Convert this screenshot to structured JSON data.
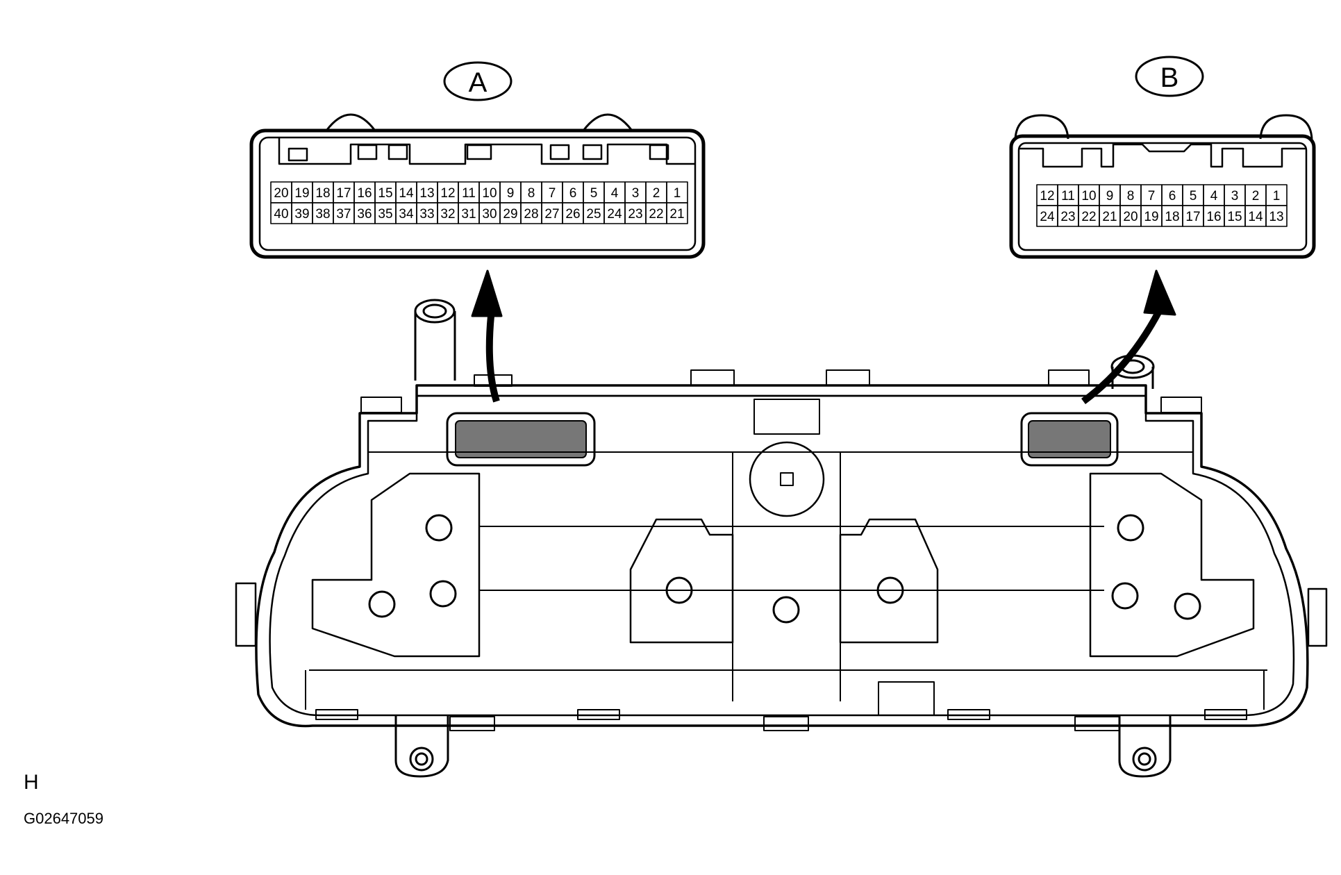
{
  "connectors": [
    {
      "id": "A",
      "label": "A",
      "top_row": [
        "20",
        "19",
        "18",
        "17",
        "16",
        "15",
        "14",
        "13",
        "12",
        "11",
        "10",
        "9",
        "8",
        "7",
        "6",
        "5",
        "4",
        "3",
        "2",
        "1"
      ],
      "bottom_row": [
        "40",
        "39",
        "38",
        "37",
        "36",
        "35",
        "34",
        "33",
        "32",
        "31",
        "30",
        "29",
        "28",
        "27",
        "26",
        "25",
        "24",
        "23",
        "22",
        "21"
      ]
    },
    {
      "id": "B",
      "label": "B",
      "top_row": [
        "12",
        "11",
        "10",
        "9",
        "8",
        "7",
        "6",
        "5",
        "4",
        "3",
        "2",
        "1"
      ],
      "bottom_row": [
        "24",
        "23",
        "22",
        "21",
        "20",
        "19",
        "18",
        "17",
        "16",
        "15",
        "14",
        "13"
      ]
    }
  ],
  "section_mark": "H",
  "figure_code": "G02647059"
}
